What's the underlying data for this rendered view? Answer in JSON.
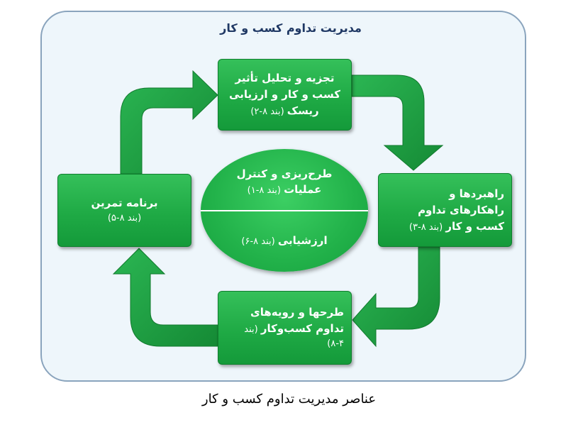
{
  "title": "مدیریت تداوم کسب و کار",
  "caption": "عناصر مدیریت تداوم کسب و کار",
  "colors": {
    "box_fill": "#1faa45",
    "arrow_fill": "#1c9c3f",
    "frame_fill": "#eef6fb",
    "frame_border": "#8aa4bd",
    "title_text": "#1f3864"
  },
  "boxes": {
    "top": {
      "line1": "تجزیه و تحلیل تأثیر",
      "line2": "کسب و کار و ارزیابی",
      "line3_bold": "ریسک",
      "line3_ref": " (بند ۸-۲)"
    },
    "right": {
      "line1": "راهبردها و",
      "line2": "راهکارهای تداوم",
      "line3_bold": "کسب و کار",
      "line3_ref": " (بند ۸-۳)"
    },
    "bottom": {
      "line1": "طرحها و رویه‌های",
      "line2_bold": "تداوم کسب‌وکار",
      "line2_ref": " (بند",
      "line3": "۸-۴)"
    },
    "left": {
      "line1": "برنامه تمرین",
      "line2": "(بند ۸-۵)"
    }
  },
  "center": {
    "upper_line1": "طرح‌ریزی و کنترل",
    "upper_line2_bold": "عملیات",
    "upper_line2_ref": " (بند ۸-۱)",
    "lower_bold": "ارزشیابی",
    "lower_ref": " (بند ۸-۶)"
  }
}
